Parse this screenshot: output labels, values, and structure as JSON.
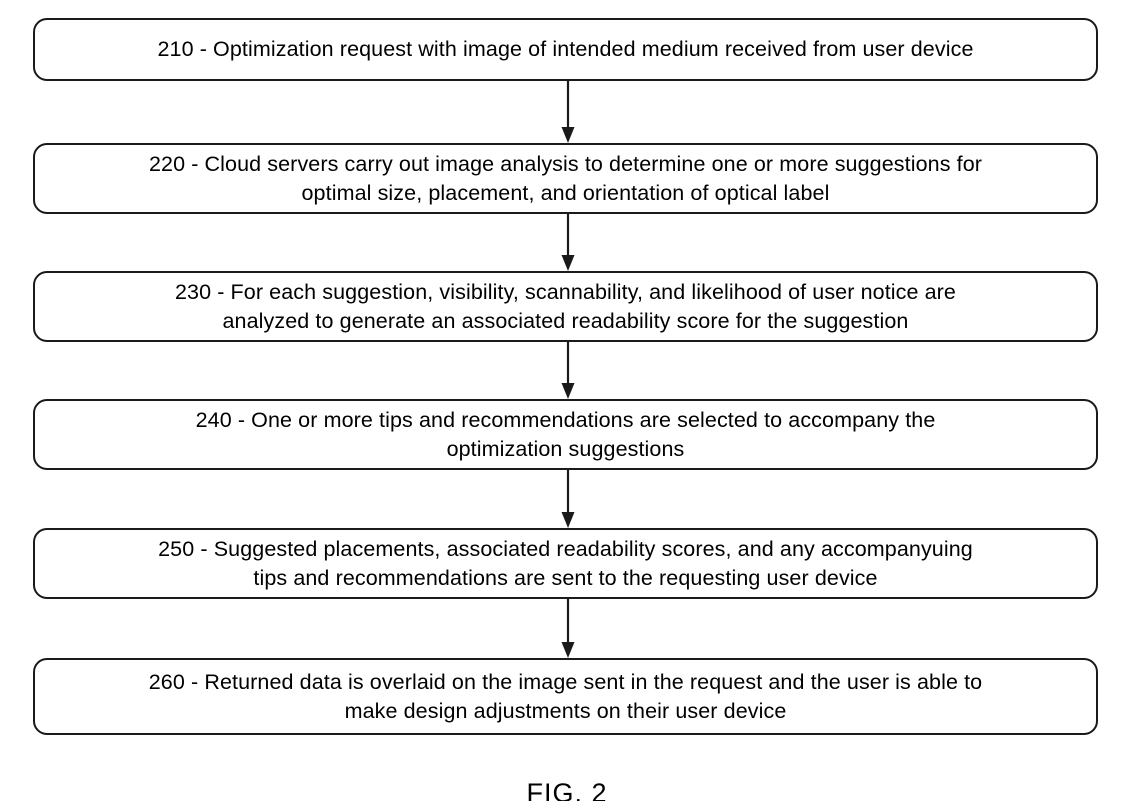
{
  "figure": {
    "caption": "FIG. 2",
    "type": "process-flowchart",
    "orientation": "vertical-top-to-bottom",
    "node_count": 6,
    "connector_count": 5
  },
  "flowchart": {
    "nodes": [
      {
        "id": "210",
        "text": "210 - Optimization request with image of intended medium received from user device",
        "lines": 1
      },
      {
        "id": "220",
        "text": "220 - Cloud servers carry out image analysis to determine one or more suggestions for\noptimal size, placement, and orientation of optical label",
        "lines": 2
      },
      {
        "id": "230",
        "text": "230 - For each suggestion, visibility, scannability, and likelihood of user notice are\nanalyzed to generate an associated readability score for the suggestion",
        "lines": 2
      },
      {
        "id": "240",
        "text": "240 - One or more tips and recommendations are selected to accompany the\noptimization suggestions",
        "lines": 2
      },
      {
        "id": "250",
        "text": "250 - Suggested placements, associated readability scores, and any accompanyuing\ntips and recommendations are sent to the requesting user device",
        "lines": 2
      },
      {
        "id": "260",
        "text": "260 - Returned data is overlaid on the image sent in the request and the user is able to\nmake design adjustments on their user device",
        "lines": 2
      }
    ],
    "connectors": [
      {
        "from": "210",
        "to": "220",
        "style": "arrow-down"
      },
      {
        "from": "220",
        "to": "230",
        "style": "arrow-down"
      },
      {
        "from": "230",
        "to": "240",
        "style": "arrow-down"
      },
      {
        "from": "240",
        "to": "250",
        "style": "arrow-down"
      },
      {
        "from": "250",
        "to": "260",
        "style": "arrow-down"
      }
    ]
  },
  "colors": {
    "background": "#ffffff",
    "stroke": "#1a1a1a",
    "text": "#000000"
  }
}
